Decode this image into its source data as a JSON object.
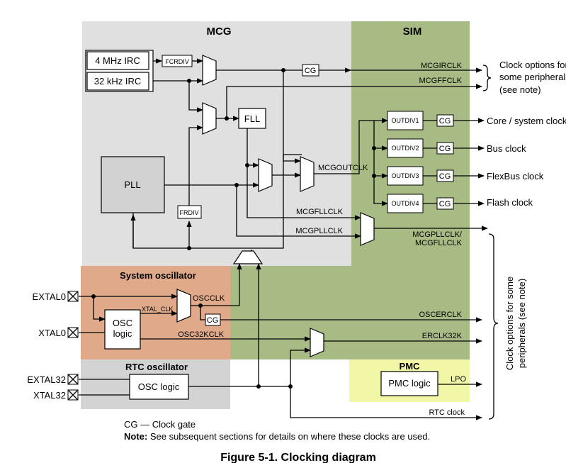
{
  "regions": {
    "mcg": "MCG",
    "sim": "SIM",
    "system_oscillator": "System oscillator",
    "rtc_oscillator": "RTC oscillator",
    "pmc": "PMC"
  },
  "blocks": {
    "irc_4mhz": "4 MHz IRC",
    "irc_32khz": "32 kHz IRC",
    "fcrdiv": "FCRDIV",
    "fll": "FLL",
    "pll": "PLL",
    "frdiv": "FRDIV",
    "osc_logic_line1": "OSC",
    "osc_logic_line2": "logic",
    "rtc_osc_logic": "OSC logic",
    "pmc_logic": "PMC logic",
    "outdiv1": "OUTDIV1",
    "outdiv2": "OUTDIV2",
    "outdiv3": "OUTDIV3",
    "outdiv4": "OUTDIV4",
    "cg": "CG"
  },
  "signals": {
    "mcgirclk": "MCGIRCLK",
    "mcgffclk": "MCGFFCLK",
    "mcgoutclk": "MCGOUTCLK",
    "mcgfllclk": "MCGFLLCLK",
    "mcgpllclk": "MCGPLLCLK",
    "mcgpllclk_mux_line1": "MCGPLLCLK/",
    "mcgpllclk_mux_line2": "MCGFLLCLK",
    "oscclk": "OSCCLK",
    "xtal_clk": "XTAL_CLK",
    "osc32kclk": "OSC32KCLK",
    "oscerclk": "OSCERCLK",
    "erclk32k": "ERCLK32K",
    "lpo": "LPO",
    "rtc_clock": "RTC clock"
  },
  "pins": {
    "extal0": "EXTAL0",
    "xtal0": "XTAL0",
    "extal32": "EXTAL32",
    "xtal32": "XTAL32"
  },
  "outputs": {
    "clock_options_line1": "Clock options for",
    "clock_options_line2": "some peripherals",
    "clock_options_line3": "(see note)",
    "core_system_clock": "Core / system clock",
    "bus_clock": "Bus clock",
    "flexbus_clock": "FlexBus clock",
    "flash_clock": "Flash clock",
    "vertical_line1": "Clock options for some",
    "vertical_line2": "peripherals (see note)"
  },
  "legend": {
    "cg_line": "CG — Clock gate",
    "note_label": "Note:",
    "note_text": " See subsequent sections for details on where these clocks are used."
  },
  "caption": "Figure 5-1. Clocking diagram",
  "colors": {
    "mcg_bg": "#e0e0e0",
    "sim_bg": "#a9bb84",
    "system_osc_bg": "#dfa98a",
    "rtc_bg": "#d3d3d3",
    "pmc_bg": "#f1f7a6",
    "pll_fill": "#d2d2d2"
  }
}
